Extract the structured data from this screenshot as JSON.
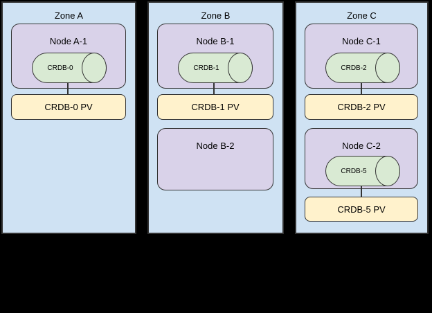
{
  "diagram": {
    "background_color": "#000000",
    "colors": {
      "zone_fill": "#cfe2f3",
      "node_fill": "#d9d2e9",
      "database_fill": "#d9ead3",
      "pv_fill": "#fff2cc",
      "border": "#333333"
    },
    "zones": [
      {
        "title": "Zone A",
        "nodes": [
          {
            "title": "Node A-1",
            "db": "CRDB-0",
            "pv": "CRDB-0 PV"
          }
        ]
      },
      {
        "title": "Zone B",
        "nodes": [
          {
            "title": "Node B-1",
            "db": "CRDB-1",
            "pv": "CRDB-1 PV"
          },
          {
            "title": "Node B-2"
          }
        ]
      },
      {
        "title": "Zone C",
        "nodes": [
          {
            "title": "Node C-1",
            "db": "CRDB-2",
            "pv": "CRDB-2 PV"
          },
          {
            "title": "Node C-2",
            "db": "CRDB-5",
            "pv": "CRDB-5 PV"
          }
        ]
      }
    ]
  }
}
